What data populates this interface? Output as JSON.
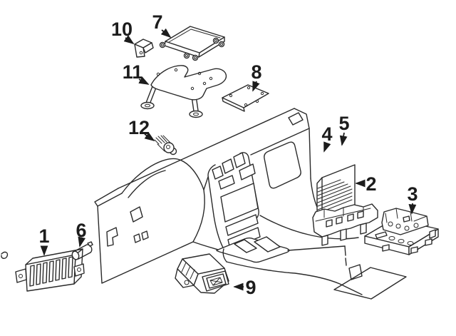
{
  "figure": {
    "type": "parts-diagram",
    "background_color": "#ffffff",
    "line_color": "#2a2a2a",
    "callouts": [
      {
        "label": "1"
      },
      {
        "label": "2"
      },
      {
        "label": "3"
      },
      {
        "label": "4"
      },
      {
        "label": "5"
      },
      {
        "label": "6"
      },
      {
        "label": "7"
      },
      {
        "label": "8"
      },
      {
        "label": "9"
      },
      {
        "label": "10"
      },
      {
        "label": "11"
      },
      {
        "label": "12"
      }
    ]
  }
}
